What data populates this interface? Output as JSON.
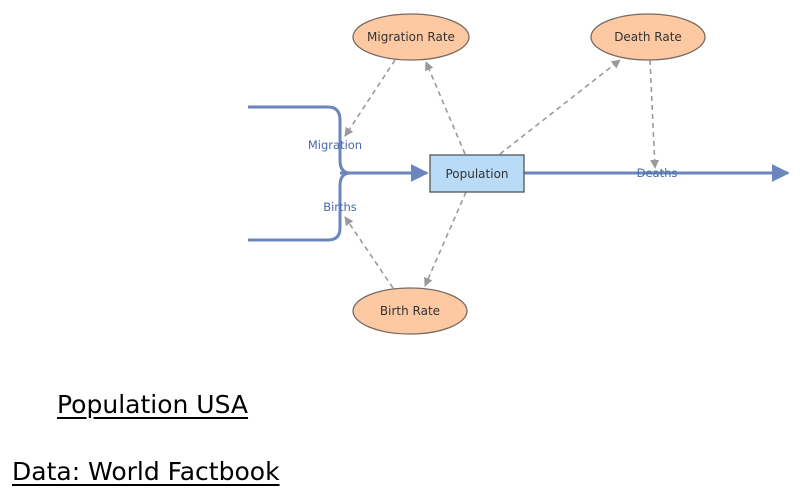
{
  "diagram": {
    "stock": {
      "label": "Population",
      "fill": "#b8dcf7",
      "stroke": "#555555"
    },
    "auxiliaries": {
      "migration_rate": {
        "label": "Migration Rate"
      },
      "death_rate": {
        "label": "Death Rate"
      },
      "birth_rate": {
        "label": "Birth Rate"
      },
      "fill": "#fcc9a3",
      "stroke": "#7a6a60"
    },
    "flows": {
      "migration": {
        "label": "Migration"
      },
      "births": {
        "label": "Births"
      },
      "deaths": {
        "label": "Deaths"
      },
      "color": "#6a86bd"
    },
    "link_color": "#9a9a9a"
  },
  "caption": {
    "title": "Population USA",
    "source": "Data: World Factbook"
  }
}
